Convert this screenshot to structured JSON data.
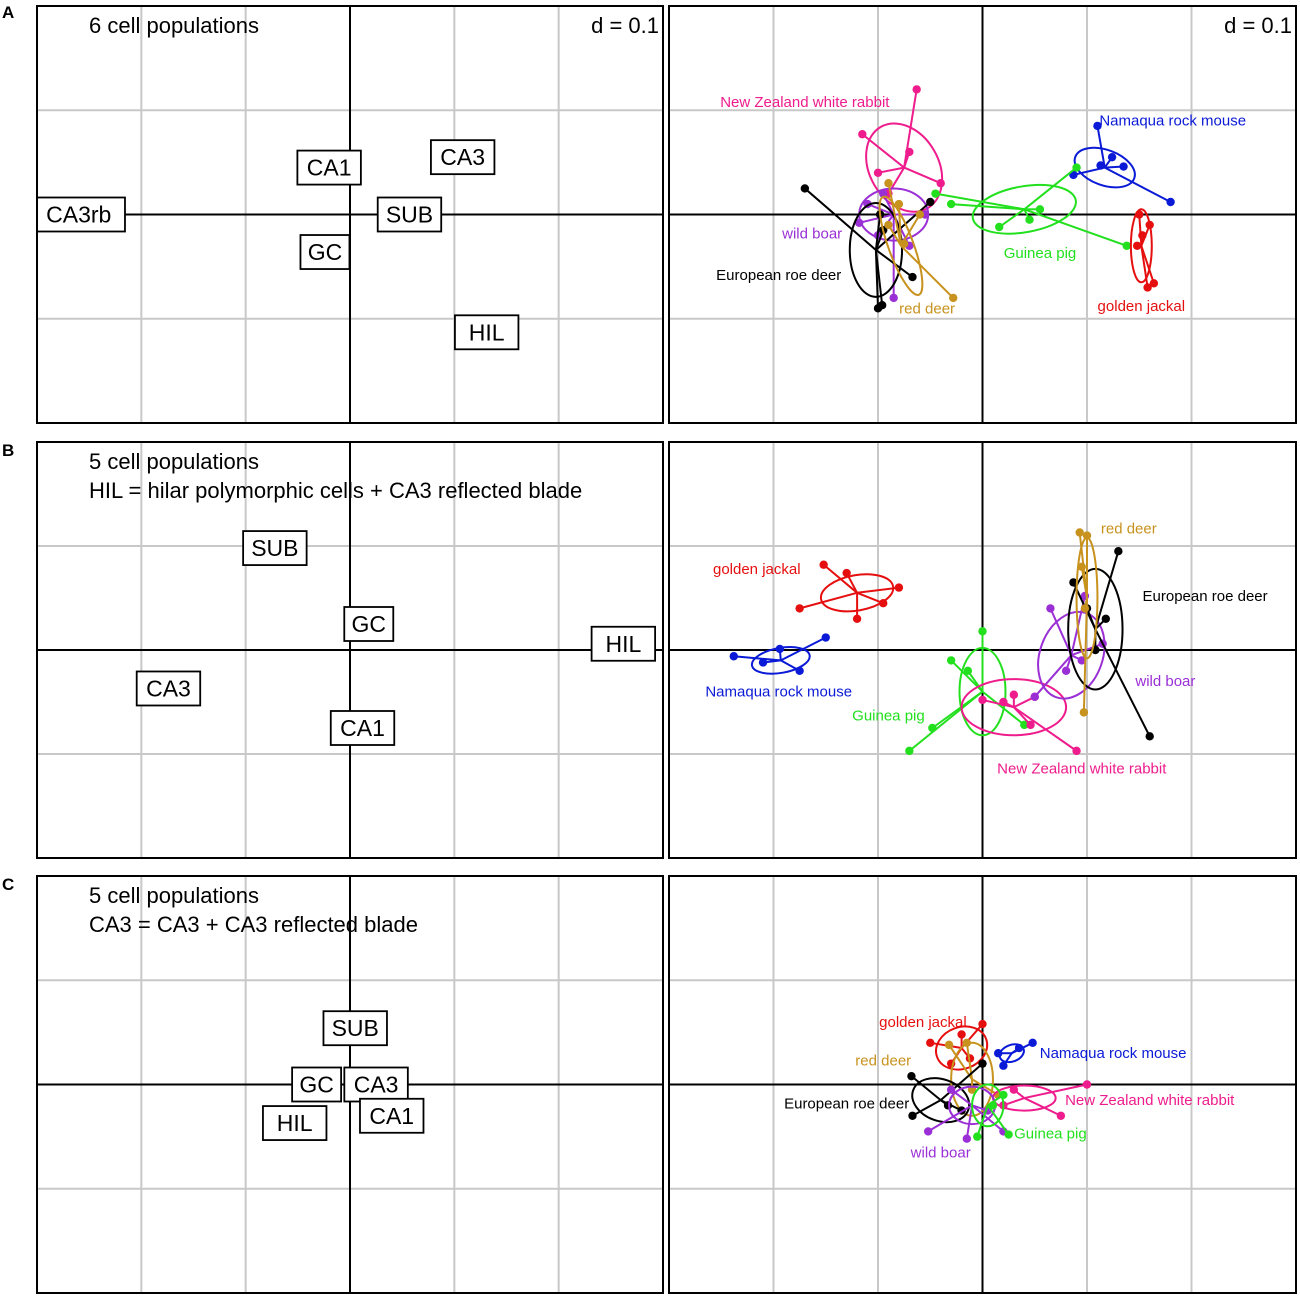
{
  "figure": {
    "panel_letters": [
      "A",
      "B",
      "C"
    ],
    "scale_label": "d = 0.1"
  },
  "colors": {
    "red deer": "#c8921e",
    "European roe deer": "#000000",
    "wild boar": "#9b2fd6",
    "New Zealand white rabbit": "#ee1c8c",
    "Guinea pig": "#22e01e",
    "Namaqua rock mouse": "#0a1ad6",
    "golden jackal": "#e60f0f"
  },
  "chart_data": [
    {
      "panel": "A",
      "side": "left",
      "type": "scatter",
      "annotation": [
        "6 cell populations"
      ],
      "d_label": "d = 0.1",
      "xlim": [
        -0.3,
        0.3
      ],
      "ylim": [
        -0.2,
        0.2
      ],
      "points": [
        {
          "label": "CA1",
          "x": -0.02,
          "y": 0.045
        },
        {
          "label": "CA3",
          "x": 0.108,
          "y": 0.055
        },
        {
          "label": "CA3rb",
          "x": -0.26,
          "y": 0.0
        },
        {
          "label": "SUB",
          "x": 0.057,
          "y": 0.0
        },
        {
          "label": "GC",
          "x": -0.024,
          "y": -0.036
        },
        {
          "label": "HIL",
          "x": 0.131,
          "y": -0.113
        }
      ]
    },
    {
      "panel": "A",
      "side": "right",
      "type": "scatter",
      "d_label": "d = 0.1",
      "xlim": [
        -0.3,
        0.3
      ],
      "ylim": [
        -0.2,
        0.2
      ],
      "groups": [
        {
          "name": "New Zealand white rabbit",
          "center": [
            -0.075,
            0.045
          ],
          "ellipse": {
            "rx": 0.033,
            "ry": 0.045,
            "rot": -30
          },
          "points": [
            [
              -0.063,
              0.12
            ],
            [
              -0.115,
              0.077
            ],
            [
              -0.07,
              0.06
            ],
            [
              -0.04,
              0.03
            ],
            [
              -0.1,
              0.04
            ],
            [
              -0.09,
              0.02
            ]
          ],
          "label_pos": [
            -0.17,
            0.108
          ]
        },
        {
          "name": "Namaqua rock mouse",
          "center": [
            0.117,
            0.045
          ],
          "ellipse": {
            "rx": 0.03,
            "ry": 0.017,
            "rot": 20
          },
          "points": [
            [
              0.11,
              0.085
            ],
            [
              0.087,
              0.038
            ],
            [
              0.135,
              0.046
            ],
            [
              0.18,
              0.012
            ],
            [
              0.113,
              0.047
            ],
            [
              0.124,
              0.055
            ]
          ],
          "label_pos": [
            0.182,
            0.09
          ]
        },
        {
          "name": "Guinea pig",
          "center": [
            0.04,
            0.005
          ],
          "ellipse": {
            "rx": 0.05,
            "ry": 0.022,
            "rot": -10
          },
          "points": [
            [
              -0.045,
              0.02
            ],
            [
              0.016,
              -0.012
            ],
            [
              0.045,
              -0.005
            ],
            [
              0.09,
              0.045
            ],
            [
              0.055,
              0.005
            ],
            [
              0.138,
              -0.03
            ],
            [
              -0.03,
              0.01
            ]
          ],
          "label_pos": [
            0.055,
            -0.037
          ]
        },
        {
          "name": "golden jackal",
          "center": [
            0.152,
            -0.03
          ],
          "ellipse": {
            "rx": 0.01,
            "ry": 0.035,
            "rot": 0
          },
          "points": [
            [
              0.15,
              0.0
            ],
            [
              0.16,
              -0.01
            ],
            [
              0.164,
              -0.066
            ],
            [
              0.158,
              -0.07
            ],
            [
              0.153,
              -0.02
            ],
            [
              0.148,
              -0.03
            ]
          ],
          "label_pos": [
            0.152,
            -0.088
          ]
        },
        {
          "name": "wild boar",
          "center": [
            -0.085,
            0.0
          ],
          "ellipse": {
            "rx": 0.033,
            "ry": 0.025,
            "rot": 0
          },
          "points": [
            [
              -0.118,
              -0.008
            ],
            [
              -0.1,
              -0.02
            ],
            [
              -0.07,
              -0.03
            ],
            [
              -0.085,
              -0.08
            ],
            [
              -0.055,
              0.0
            ],
            [
              -0.095,
              0.02
            ],
            [
              -0.11,
              0.01
            ]
          ],
          "label_pos": [
            -0.163,
            -0.018
          ]
        },
        {
          "name": "European roe deer",
          "center": [
            -0.102,
            -0.034
          ],
          "ellipse": {
            "rx": 0.025,
            "ry": 0.045,
            "rot": 0
          },
          "points": [
            [
              -0.17,
              0.025
            ],
            [
              -0.05,
              0.012
            ],
            [
              -0.067,
              -0.06
            ],
            [
              -0.1,
              -0.09
            ],
            [
              -0.096,
              -0.087
            ],
            [
              -0.095,
              -0.015
            ],
            [
              -0.098,
              0.0
            ]
          ],
          "label_pos": [
            -0.195,
            -0.058
          ]
        },
        {
          "name": "red deer",
          "center": [
            -0.078,
            -0.03
          ],
          "ellipse": {
            "rx": 0.012,
            "ry": 0.05,
            "rot": -20
          },
          "points": [
            [
              -0.09,
              0.03
            ],
            [
              -0.075,
              -0.028
            ],
            [
              -0.028,
              -0.08
            ],
            [
              -0.09,
              -0.01
            ],
            [
              -0.06,
              0.0
            ],
            [
              -0.08,
              0.01
            ]
          ],
          "label_pos": [
            -0.053,
            -0.09
          ]
        }
      ]
    },
    {
      "panel": "B",
      "side": "left",
      "type": "scatter",
      "annotation": [
        "5 cell populations",
        "HIL = hilar polymorphic cells + CA3 reflected blade"
      ],
      "xlim": [
        -0.3,
        0.3
      ],
      "ylim": [
        -0.2,
        0.2
      ],
      "points": [
        {
          "label": "SUB",
          "x": -0.072,
          "y": 0.098
        },
        {
          "label": "GC",
          "x": 0.018,
          "y": 0.025
        },
        {
          "label": "HIL",
          "x": 0.262,
          "y": 0.006
        },
        {
          "label": "CA3",
          "x": -0.174,
          "y": -0.037
        },
        {
          "label": "CA1",
          "x": 0.012,
          "y": -0.075
        }
      ]
    },
    {
      "panel": "B",
      "side": "right",
      "type": "scatter",
      "xlim": [
        -0.3,
        0.3
      ],
      "ylim": [
        -0.2,
        0.2
      ],
      "groups": [
        {
          "name": "golden jackal",
          "center": [
            -0.12,
            0.055
          ],
          "ellipse": {
            "rx": 0.035,
            "ry": 0.017,
            "rot": -10
          },
          "points": [
            [
              -0.152,
              0.082
            ],
            [
              -0.175,
              0.04
            ],
            [
              -0.13,
              0.074
            ],
            [
              -0.095,
              0.045
            ],
            [
              -0.12,
              0.03
            ],
            [
              -0.08,
              0.06
            ]
          ],
          "label_pos": [
            -0.216,
            0.078
          ]
        },
        {
          "name": "Namaqua rock mouse",
          "center": [
            -0.193,
            -0.01
          ],
          "ellipse": {
            "rx": 0.028,
            "ry": 0.012,
            "rot": -10
          },
          "points": [
            [
              -0.238,
              -0.006
            ],
            [
              -0.21,
              -0.012
            ],
            [
              -0.194,
              0.001
            ],
            [
              -0.15,
              0.012
            ],
            [
              -0.175,
              -0.02
            ]
          ],
          "label_pos": [
            -0.195,
            -0.04
          ]
        },
        {
          "name": "Guinea pig",
          "center": [
            0.0,
            -0.04
          ],
          "ellipse": {
            "rx": 0.022,
            "ry": 0.042,
            "rot": 0
          },
          "points": [
            [
              0.0,
              0.018
            ],
            [
              -0.014,
              -0.02
            ],
            [
              -0.07,
              -0.097
            ],
            [
              -0.048,
              -0.075
            ],
            [
              0.04,
              -0.072
            ],
            [
              -0.03,
              -0.01
            ]
          ],
          "label_pos": [
            -0.09,
            -0.063
          ]
        },
        {
          "name": "New Zealand white rabbit",
          "center": [
            0.03,
            -0.055
          ],
          "ellipse": {
            "rx": 0.05,
            "ry": 0.027,
            "rot": 0
          },
          "points": [
            [
              0.0,
              -0.048
            ],
            [
              0.046,
              -0.072
            ],
            [
              0.09,
              -0.097
            ],
            [
              0.03,
              -0.043
            ],
            [
              0.05,
              -0.045
            ],
            [
              0.02,
              -0.05
            ]
          ],
          "label_pos": [
            0.095,
            -0.114
          ]
        },
        {
          "name": "wild boar",
          "center": [
            0.085,
            -0.005
          ],
          "ellipse": {
            "rx": 0.03,
            "ry": 0.043,
            "rot": 20
          },
          "points": [
            [
              0.065,
              0.04
            ],
            [
              0.098,
              0.052
            ],
            [
              0.115,
              0.006
            ],
            [
              0.095,
              -0.01
            ],
            [
              0.08,
              -0.02
            ],
            [
              0.05,
              -0.045
            ]
          ],
          "label_pos": [
            0.175,
            -0.03
          ]
        },
        {
          "name": "European roe deer",
          "center": [
            0.108,
            0.02
          ],
          "ellipse": {
            "rx": 0.026,
            "ry": 0.058,
            "rot": 0
          },
          "points": [
            [
              0.13,
              0.095
            ],
            [
              0.087,
              0.065
            ],
            [
              0.118,
              0.03
            ],
            [
              0.108,
              0.0
            ],
            [
              0.16,
              -0.083
            ],
            [
              0.1,
              0.04
            ]
          ],
          "label_pos": [
            0.213,
            0.052
          ]
        },
        {
          "name": "red deer",
          "center": [
            0.1,
            0.05
          ],
          "ellipse": {
            "rx": 0.01,
            "ry": 0.058,
            "rot": 0
          },
          "points": [
            [
              0.093,
              0.113
            ],
            [
              0.1,
              0.11
            ],
            [
              0.095,
              0.08
            ],
            [
              0.098,
              0.04
            ],
            [
              0.097,
              -0.06
            ]
          ],
          "label_pos": [
            0.14,
            0.117
          ]
        }
      ]
    },
    {
      "panel": "C",
      "side": "left",
      "type": "scatter",
      "annotation": [
        "5 cell populations",
        "CA3 = CA3 + CA3 reflected blade"
      ],
      "xlim": [
        -0.3,
        0.3
      ],
      "ylim": [
        -0.2,
        0.2
      ],
      "points": [
        {
          "label": "SUB",
          "x": 0.005,
          "y": 0.054
        },
        {
          "label": "GC",
          "x": -0.032,
          "y": 0.0
        },
        {
          "label": "CA3",
          "x": 0.025,
          "y": 0.0
        },
        {
          "label": "CA1",
          "x": 0.04,
          "y": -0.03
        },
        {
          "label": "HIL",
          "x": -0.053,
          "y": -0.037
        }
      ]
    },
    {
      "panel": "C",
      "side": "right",
      "type": "scatter",
      "xlim": [
        -0.3,
        0.3
      ],
      "ylim": [
        -0.2,
        0.2
      ],
      "groups": [
        {
          "name": "golden jackal",
          "center": [
            -0.02,
            0.035
          ],
          "ellipse": {
            "rx": 0.025,
            "ry": 0.02,
            "rot": -20
          },
          "points": [
            [
              -0.05,
              0.04
            ],
            [
              -0.02,
              0.048
            ],
            [
              0.0,
              0.058
            ],
            [
              -0.012,
              0.025
            ],
            [
              -0.03,
              0.02
            ]
          ],
          "label_pos": [
            -0.057,
            0.06
          ]
        },
        {
          "name": "Namaqua rock mouse",
          "center": [
            0.028,
            0.03
          ],
          "ellipse": {
            "rx": 0.012,
            "ry": 0.008,
            "rot": -20
          },
          "points": [
            [
              0.015,
              0.03
            ],
            [
              0.048,
              0.04
            ],
            [
              0.02,
              0.018
            ],
            [
              0.035,
              0.035
            ]
          ],
          "label_pos": [
            0.125,
            0.03
          ]
        },
        {
          "name": "red deer",
          "center": [
            -0.01,
            0.005
          ],
          "ellipse": {
            "rx": 0.02,
            "ry": 0.035,
            "rot": 0
          },
          "points": [
            [
              -0.032,
              0.038
            ],
            [
              -0.015,
              0.04
            ],
            [
              0.015,
              -0.01
            ],
            [
              -0.01,
              -0.005
            ]
          ],
          "label_pos": [
            -0.095,
            0.023
          ]
        },
        {
          "name": "New Zealand white rabbit",
          "center": [
            0.04,
            -0.013
          ],
          "ellipse": {
            "rx": 0.03,
            "ry": 0.012,
            "rot": 0
          },
          "points": [
            [
              0.03,
              -0.005
            ],
            [
              0.1,
              0.0
            ],
            [
              0.075,
              -0.03
            ],
            [
              0.02,
              -0.02
            ]
          ],
          "label_pos": [
            0.16,
            -0.015
          ]
        },
        {
          "name": "European roe deer",
          "center": [
            -0.04,
            -0.015
          ],
          "ellipse": {
            "rx": 0.028,
            "ry": 0.02,
            "rot": 20
          },
          "points": [
            [
              -0.068,
              0.008
            ],
            [
              -0.067,
              -0.03
            ],
            [
              -0.033,
              -0.02
            ],
            [
              0.0,
              0.02
            ],
            [
              -0.02,
              -0.025
            ]
          ],
          "label_pos": [
            -0.13,
            -0.018
          ]
        },
        {
          "name": "wild boar",
          "center": [
            -0.01,
            -0.02
          ],
          "ellipse": {
            "rx": 0.022,
            "ry": 0.018,
            "rot": 0
          },
          "points": [
            [
              -0.052,
              -0.045
            ],
            [
              -0.015,
              -0.052
            ],
            [
              0.005,
              -0.025
            ],
            [
              -0.03,
              -0.005
            ],
            [
              0.02,
              -0.045
            ]
          ],
          "label_pos": [
            -0.04,
            -0.065
          ]
        },
        {
          "name": "Guinea pig",
          "center": [
            0.005,
            -0.02
          ],
          "ellipse": {
            "rx": 0.015,
            "ry": 0.02,
            "rot": 0
          },
          "points": [
            [
              -0.005,
              -0.05
            ],
            [
              0.025,
              -0.048
            ],
            [
              0.01,
              -0.02
            ],
            [
              0.02,
              -0.01
            ]
          ],
          "label_pos": [
            0.065,
            -0.047
          ]
        }
      ]
    }
  ]
}
